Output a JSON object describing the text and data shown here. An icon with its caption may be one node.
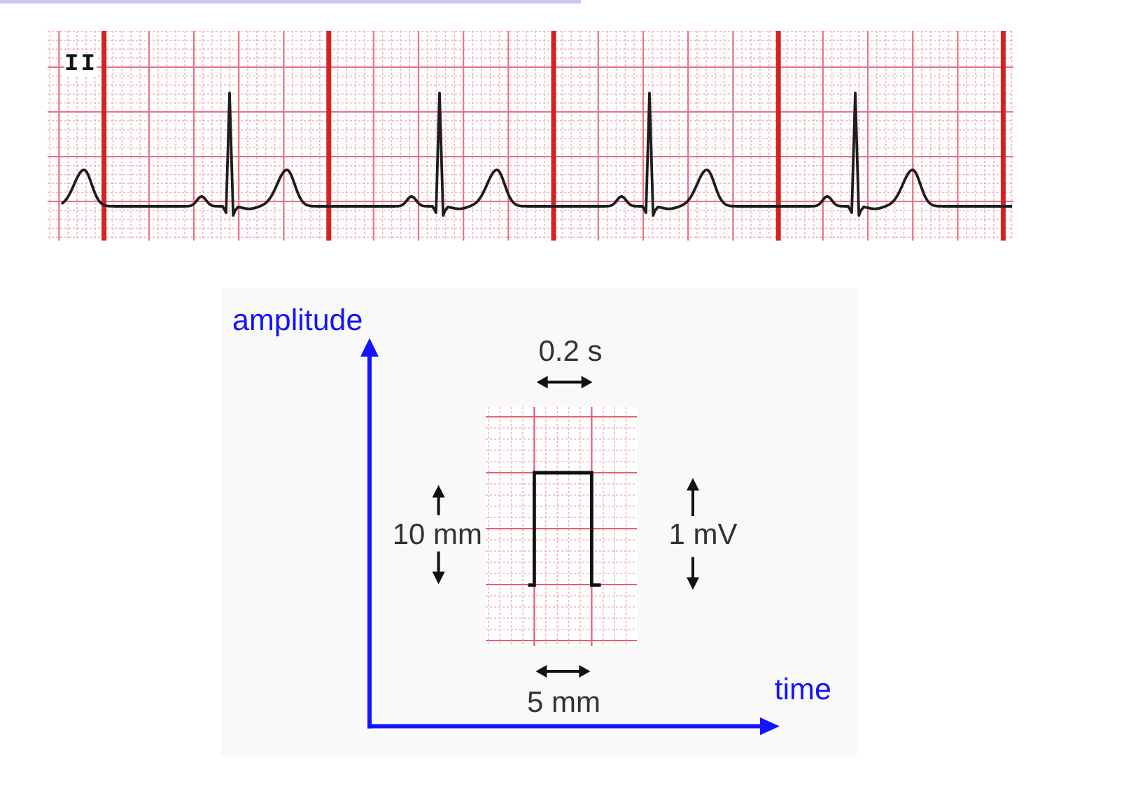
{
  "diagram": {
    "labels": [
      "II",
      "amplitude",
      "0.2 s",
      "10 mm",
      "1 mV",
      "5 mm",
      "time"
    ]
  }
}
